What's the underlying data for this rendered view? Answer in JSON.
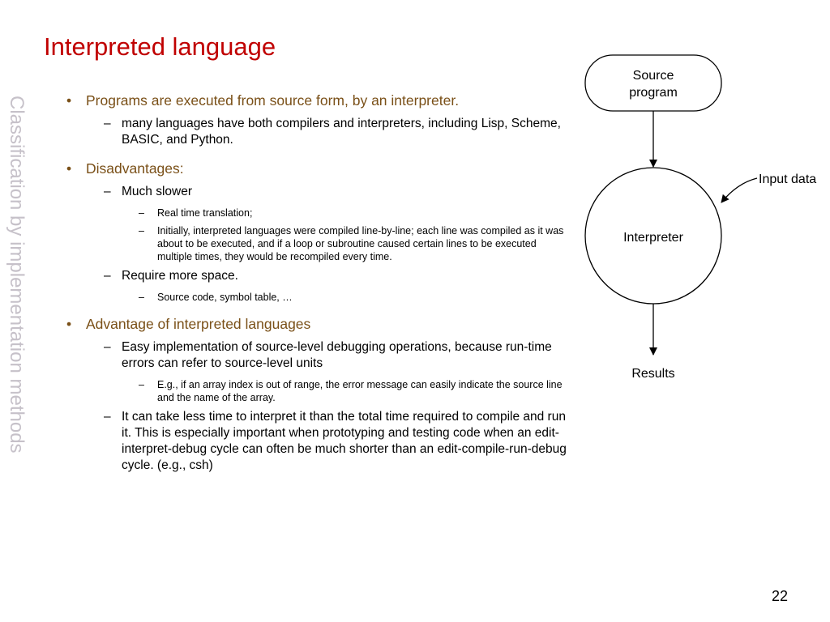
{
  "slide": {
    "title": "Interpreted language",
    "side_title": "Classification by implementation methods",
    "page_number": "22"
  },
  "bullets": {
    "b1": {
      "text": "Programs are executed from source form, by an interpreter.",
      "sub1": "many languages have both compilers and interpreters, including Lisp, Scheme, BASIC, and Python."
    },
    "b2": {
      "text": "Disadvantages:",
      "sub1": "Much slower",
      "sub1_a": "Real time translation;",
      "sub1_b": "Initially, interpreted languages were compiled line-by-line; each line was compiled as it was about to be executed, and if a loop or subroutine caused certain lines to be executed multiple times, they would be recompiled every time.",
      "sub2": "Require more space.",
      "sub2_a": "Source code, symbol table, …"
    },
    "b3": {
      "text": "Advantage of interpreted languages",
      "sub1": "Easy implementation of source-level debugging operations, because run-time errors can refer to source-level units",
      "sub1_a": "E.g., if an array index is out of range, the error message can easily indicate the source line and the name of the array.",
      "sub2": "It can take less time to interpret it than the total time required to compile and run it. This is especially important when prototyping and testing code when an edit-interpret-debug cycle can often be much shorter than an edit-compile-run-debug cycle.  (e.g., csh)"
    }
  },
  "markers": {
    "bullet": "•",
    "dash": "–"
  },
  "diagram": {
    "source_line1": "Source",
    "source_line2": "program",
    "interpreter": "Interpreter",
    "input_data": "Input data",
    "results": "Results"
  }
}
